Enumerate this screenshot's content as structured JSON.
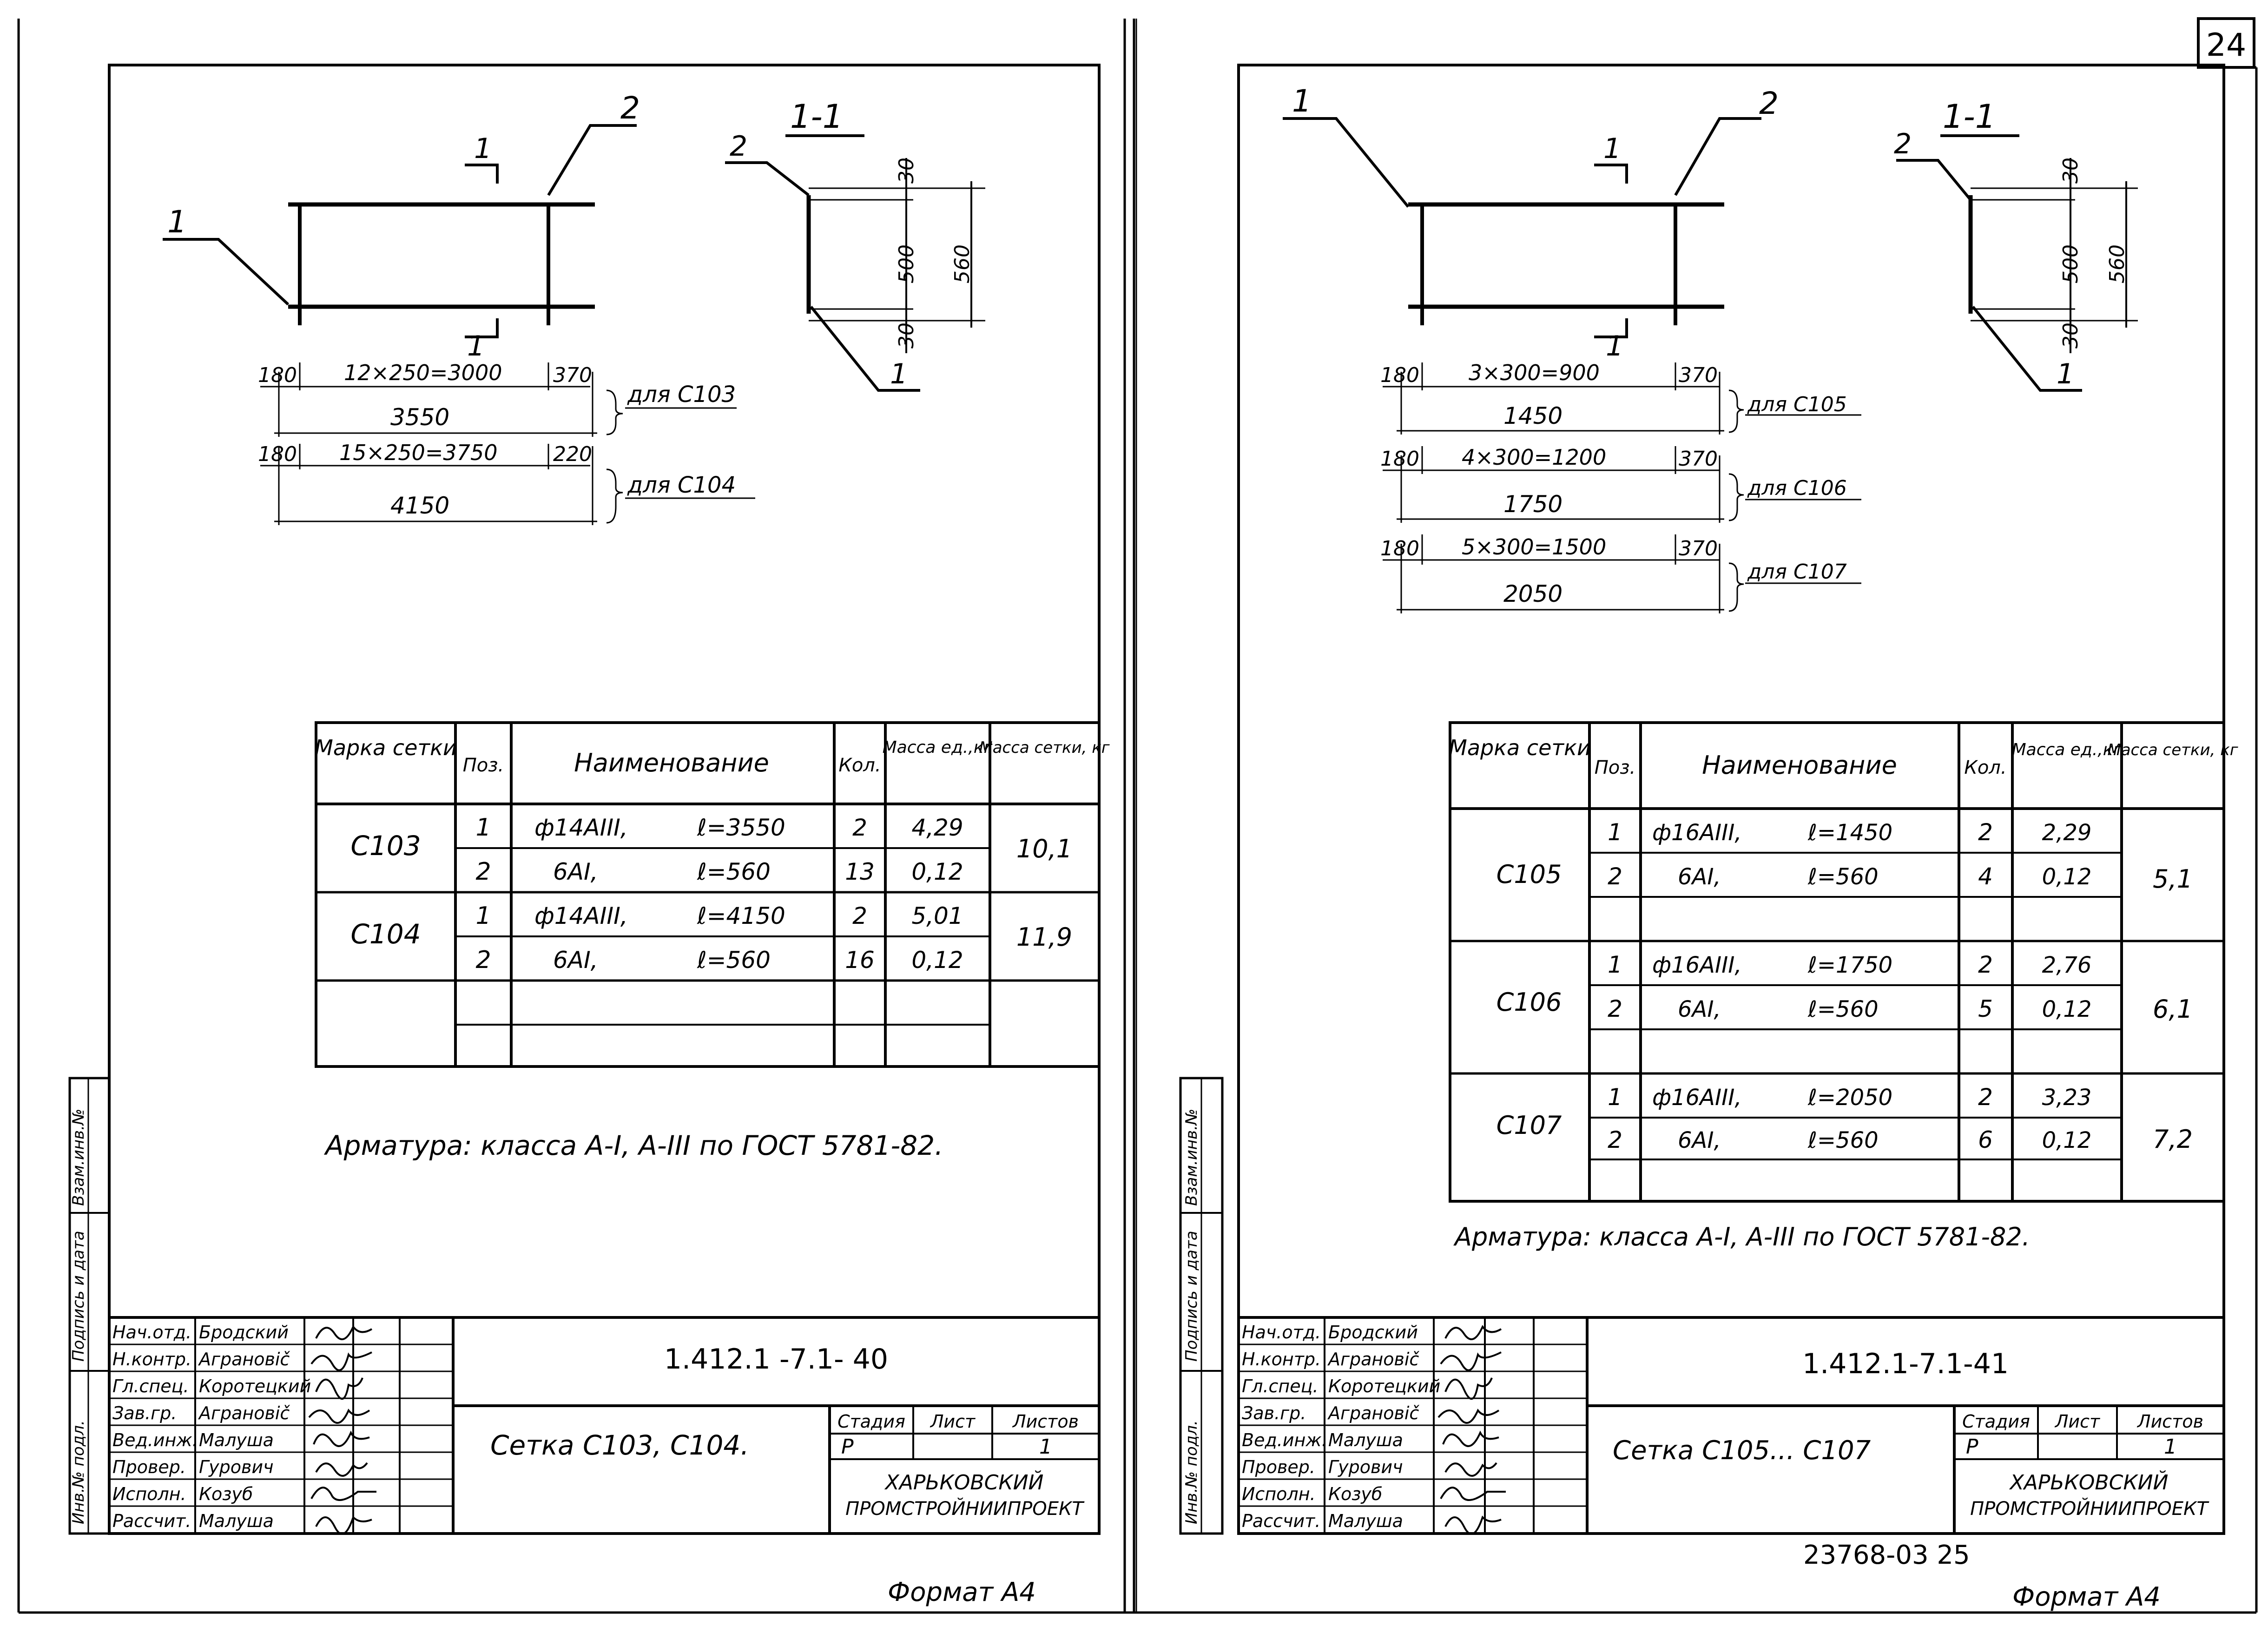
{
  "page_number": "24",
  "sheets": [
    {
      "designation": "1.412.1 -7.1- 40",
      "title": "Сетка С103, С104.",
      "stage_label": "Стадия",
      "sheet_label": "Лист",
      "sheets_label": "Листов",
      "stage": "Р",
      "sheet": "",
      "sheets": "1",
      "org_line1": "ХАРЬКОВСКИЙ",
      "org_line2": "ПРОМСТРОЙНИИПРОЕКТ",
      "signatures": [
        {
          "role": "Нач.отд.",
          "name": "Бродский"
        },
        {
          "role": "Н.контр.",
          "name": "Аграновič"
        },
        {
          "role": "Гл.спец.",
          "name": "Коротецкий"
        },
        {
          "role": "Зав.гр.",
          "name": "Аграновič"
        },
        {
          "role": "Вед.инж.",
          "name": "Малуша"
        },
        {
          "role": "Провер.",
          "name": "Гурович"
        },
        {
          "role": "Исполн.",
          "name": "Козуб"
        },
        {
          "role": "Рассчит.",
          "name": "Малуша"
        }
      ],
      "side_stamp": [
        "Инв.№ подл.",
        "Подпись и дата",
        "Взам.инв.№"
      ],
      "drawing": {
        "callout_1": "1",
        "callout_2": "2",
        "section_mark": "1",
        "section_title": "1-1",
        "sec_callout_1": "1",
        "sec_callout_2": "2",
        "sec_dim_top": "30",
        "sec_dim_mid": "500",
        "sec_dim_bot": "30",
        "sec_dim_total": "560",
        "rows": [
          {
            "left": "180",
            "mid": "12×250=3000",
            "right": "370",
            "total": "3550",
            "label": "для С103"
          },
          {
            "left": "180",
            "mid": "15×250=3750",
            "right": "220",
            "total": "4150",
            "label": "для С104"
          }
        ]
      },
      "table": {
        "headers": [
          "Марка сетки",
          "Поз.",
          "Наименование",
          "Кол.",
          "Масса ед.,кг",
          "Масса сетки, кг"
        ],
        "groups": [
          {
            "mark": "С103",
            "mass": "10,1",
            "rows": [
              {
                "pos": "1",
                "name": "ф14АIII,",
                "len": "ℓ=3550",
                "qty": "2",
                "unit": "4,29"
              },
              {
                "pos": "2",
                "name": "6АI,",
                "len": "ℓ=560",
                "qty": "13",
                "unit": "0,12"
              }
            ]
          },
          {
            "mark": "С104",
            "mass": "11,9",
            "rows": [
              {
                "pos": "1",
                "name": "ф14АIII,",
                "len": "ℓ=4150",
                "qty": "2",
                "unit": "5,01"
              },
              {
                "pos": "2",
                "name": "6АI,",
                "len": "ℓ=560",
                "qty": "16",
                "unit": "0,12"
              }
            ]
          }
        ]
      },
      "note": "Арматура: класса А-I, А-III по ГОСТ 5781-82.",
      "format": "Формат А4",
      "archive": ""
    },
    {
      "designation": "1.412.1-7.1-41",
      "title": "Сетка С105... С107",
      "stage_label": "Стадия",
      "sheet_label": "Лист",
      "sheets_label": "Листов",
      "stage": "Р",
      "sheet": "",
      "sheets": "1",
      "org_line1": "ХАРЬКОВСКИЙ",
      "org_line2": "ПРОМСТРОЙНИИПРОЕКТ",
      "signatures": [
        {
          "role": "Нач.отд.",
          "name": "Бродский"
        },
        {
          "role": "Н.контр.",
          "name": "Аграновič"
        },
        {
          "role": "Гл.спец.",
          "name": "Коротецкий"
        },
        {
          "role": "Зав.гр.",
          "name": "Аграновič"
        },
        {
          "role": "Вед.инж.",
          "name": "Малуша"
        },
        {
          "role": "Провер.",
          "name": "Гурович"
        },
        {
          "role": "Исполн.",
          "name": "Козуб"
        },
        {
          "role": "Рассчит.",
          "name": "Малуша"
        }
      ],
      "side_stamp": [
        "Инв.№ подл.",
        "Подпись и дата",
        "Взам.инв.№"
      ],
      "drawing": {
        "callout_1": "1",
        "callout_2": "2",
        "section_mark": "1",
        "section_title": "1-1",
        "sec_callout_1": "1",
        "sec_callout_2": "2",
        "sec_dim_top": "30",
        "sec_dim_mid": "500",
        "sec_dim_bot": "30",
        "sec_dim_total": "560",
        "rows": [
          {
            "left": "180",
            "mid": "3×300=900",
            "right": "370",
            "total": "1450",
            "label": "для С105"
          },
          {
            "left": "180",
            "mid": "4×300=1200",
            "right": "370",
            "total": "1750",
            "label": "для С106"
          },
          {
            "left": "180",
            "mid": "5×300=1500",
            "right": "370",
            "total": "2050",
            "label": "для С107"
          }
        ]
      },
      "table": {
        "headers": [
          "Марка сетки",
          "Поз.",
          "Наименование",
          "Кол.",
          "Масса ед.,кг",
          "Масса сетки, кг"
        ],
        "groups": [
          {
            "mark": "С105",
            "mass": "5,1",
            "rows": [
              {
                "pos": "1",
                "name": "ф16АIII,",
                "len": "ℓ=1450",
                "qty": "2",
                "unit": "2,29"
              },
              {
                "pos": "2",
                "name": "6АI,",
                "len": "ℓ=560",
                "qty": "4",
                "unit": "0,12"
              }
            ]
          },
          {
            "mark": "С106",
            "mass": "6,1",
            "rows": [
              {
                "pos": "1",
                "name": "ф16АIII,",
                "len": "ℓ=1750",
                "qty": "2",
                "unit": "2,76"
              },
              {
                "pos": "2",
                "name": "6АI,",
                "len": "ℓ=560",
                "qty": "5",
                "unit": "0,12"
              }
            ]
          },
          {
            "mark": "С107",
            "mass": "7,2",
            "rows": [
              {
                "pos": "1",
                "name": "ф16АIII,",
                "len": "ℓ=2050",
                "qty": "2",
                "unit": "3,23"
              },
              {
                "pos": "2",
                "name": "6АI,",
                "len": "ℓ=560",
                "qty": "6",
                "unit": "0,12"
              }
            ]
          }
        ]
      },
      "note": "Арматура: класса А-I, А-III по ГОСТ 5781-82.",
      "format": "Формат А4",
      "archive": "23768-03   25"
    }
  ]
}
